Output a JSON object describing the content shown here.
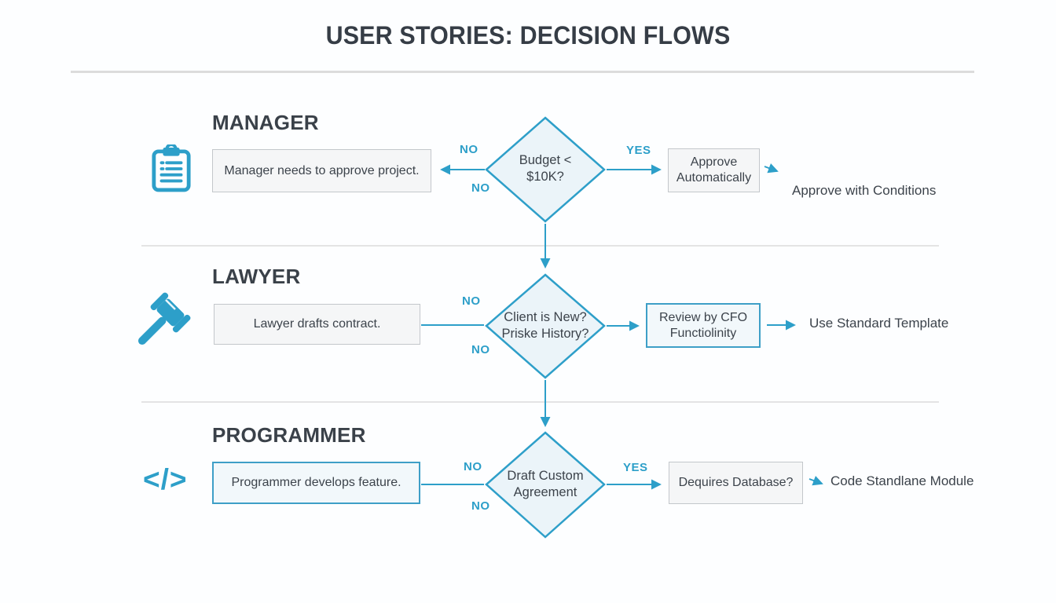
{
  "title": "USER STORIES: DECISION FLOWS",
  "colors": {
    "accent_blue": "#2d9fc9",
    "diamond_fill": "#ebf4f9",
    "box_gray_fill": "#f5f6f7",
    "box_gray_border": "#c3c7cb",
    "box_blue_border": "#3e9fc7",
    "text_dark": "#3a4149",
    "separator": "#e4e4e4"
  },
  "rows": [
    {
      "heading": "MANAGER",
      "icon": "clipboard-icon",
      "task": "Manager needs to approve project.",
      "decision": [
        "Budget <",
        "$10K?"
      ],
      "no_top": "NO",
      "no_bottom": "NO",
      "yes": "YES",
      "result": [
        "Approve",
        "Automatically"
      ],
      "outcome": "Approve with Conditions"
    },
    {
      "heading": "LAWYER",
      "icon": "gavel-icon",
      "task": "Lawyer drafts contract.",
      "decision": [
        "Client is New?",
        "Priske History?"
      ],
      "no_top": "NO",
      "no_bottom": "NO",
      "yes": "",
      "result": [
        "Review by CFO",
        "Functiolinity"
      ],
      "outcome": "Use Standard Template"
    },
    {
      "heading": "PROGRAMMER",
      "icon": "code-icon",
      "icon_glyph": "</>",
      "task": "Programmer develops feature.",
      "decision": [
        "Draft Custom",
        "Agreement"
      ],
      "no_top": "NO",
      "no_bottom": "NO",
      "yes": "YES",
      "result": [
        "Dequires Database?",
        ""
      ],
      "outcome": "Code Standlane Module"
    }
  ]
}
